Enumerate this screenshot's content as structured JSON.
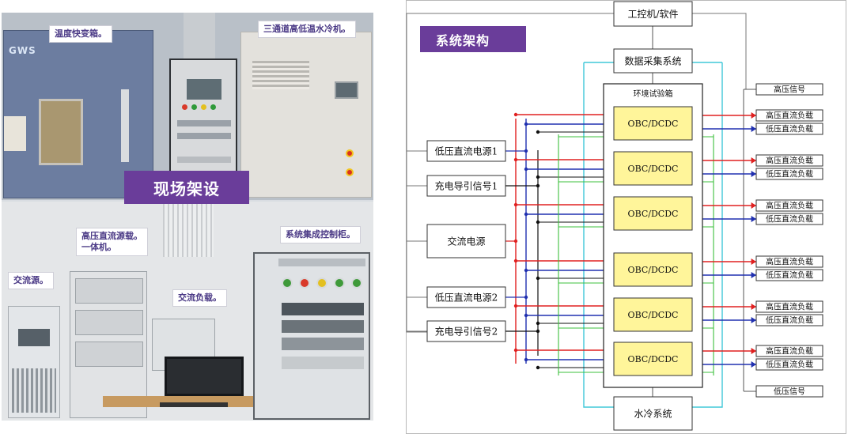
{
  "photo_panel": {
    "banner": "现场架设",
    "labels": {
      "chamber": "温度快变箱。",
      "chiller": "三通道高低温水冷机。",
      "hv_load": "高压直流源载。\n一体机。",
      "ac_source": "交流源。",
      "ac_load": "交流负载。",
      "control_cabinet": "系统集成控制柜。"
    },
    "chamber_brand": "GWS"
  },
  "diagram": {
    "title": "系统架构",
    "top_boxes": {
      "ipc": "工控机/软件",
      "daq": "数据采集系统"
    },
    "chamber_label": "环境试验箱",
    "dut_label": "OBC/DCDC",
    "dut_count": 6,
    "left_boxes": [
      "低压直流电源1",
      "充电导引信号1",
      "交流电源",
      "低压直流电源2",
      "充电导引信号2"
    ],
    "right_top": "高压信号",
    "right_pairs": [
      [
        "高压直流负载",
        "低压直流负载"
      ],
      [
        "高压直流负载",
        "低压直流负载"
      ],
      [
        "高压直流负载",
        "低压直流负载"
      ],
      [
        "高压直流负载",
        "低压直流负载"
      ],
      [
        "高压直流负载",
        "低压直流负载"
      ],
      [
        "高压直流负载",
        "低压直流负载"
      ]
    ],
    "right_bottom": "低压信号",
    "bottom_box": "水冷系统",
    "colors": {
      "red_line": "#e02020",
      "blue_line": "#2030b0",
      "green_line": "#3cc03c",
      "cyan_line": "#40c8d8",
      "dut_fill": "#fff59a",
      "accent": "#6a3d9a"
    }
  }
}
